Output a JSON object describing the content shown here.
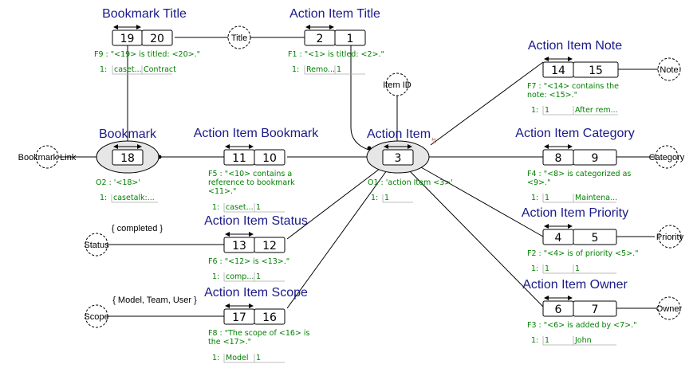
{
  "fact_types": [
    {
      "id": "bookmark-title",
      "title": "Bookmark Title",
      "roles": [
        "19",
        "20"
      ],
      "fact": [
        "F9 : \"<19> is titled: <20>.\""
      ],
      "pop": [
        [
          "1:",
          "caset...",
          "Contract"
        ]
      ]
    },
    {
      "id": "action-item-title",
      "title": "Action Item Title",
      "roles": [
        "2",
        "1"
      ],
      "fact": [
        "F1 : \"<1> is titled: <2>.\""
      ],
      "pop": [
        [
          "1:",
          "Remo...",
          "1"
        ]
      ]
    },
    {
      "id": "action-item-note",
      "title": "Action Item Note",
      "roles": [
        "14",
        "15"
      ],
      "fact": [
        "F7 : \"<14> contains the",
        "note: <15>.\""
      ],
      "pop": [
        [
          "1:",
          "1",
          "After rem..."
        ]
      ]
    },
    {
      "id": "action-item-bookmark",
      "title": "Action Item Bookmark",
      "roles": [
        "11",
        "10"
      ],
      "fact": [
        "F5 : \"<10> contains a",
        "reference to bookmark",
        "<11>.\""
      ],
      "pop": [
        [
          "1:",
          "caset...",
          "1"
        ]
      ]
    },
    {
      "id": "action-item-category",
      "title": "Action Item Category",
      "roles": [
        "8",
        "9"
      ],
      "fact": [
        "F4 : \"<8> is categorized as",
        "<9>.\""
      ],
      "pop": [
        [
          "1:",
          "1",
          "Maintena..."
        ]
      ]
    },
    {
      "id": "action-item-status",
      "title": "Action Item Status",
      "roles": [
        "13",
        "12"
      ],
      "fact": [
        "F6 : \"<12> is <13>.\""
      ],
      "pop": [
        [
          "1:",
          "comp...",
          "1"
        ]
      ]
    },
    {
      "id": "action-item-priority",
      "title": "Action Item Priority",
      "roles": [
        "4",
        "5"
      ],
      "fact": [
        "F2 : \"<4> is of priority <5>.\""
      ],
      "pop": [
        [
          "1:",
          "1",
          "1"
        ]
      ]
    },
    {
      "id": "action-item-scope",
      "title": "Action Item Scope",
      "roles": [
        "17",
        "16"
      ],
      "fact": [
        "F8 : \"The scope of <16> is",
        "the <17>.\""
      ],
      "pop": [
        [
          "1:",
          "Model",
          "1"
        ]
      ]
    },
    {
      "id": "action-item-owner",
      "title": "Action Item Owner",
      "roles": [
        "6",
        "7"
      ],
      "fact": [
        "F3 : \"<6> is added by <7>.\""
      ],
      "pop": [
        [
          "1:",
          "1",
          "John"
        ]
      ]
    }
  ],
  "nested_objects": [
    {
      "id": "bookmark",
      "title": "Bookmark",
      "role": "18",
      "fact": "O2 : '<18>'",
      "pop": [
        "1:",
        "casetalk:..."
      ]
    },
    {
      "id": "action-item",
      "title": "Action Item",
      "role": "3",
      "fact": "O1 : 'action Item <3>'",
      "pop": [
        "1:",
        "1"
      ]
    }
  ],
  "labels": {
    "title": "Title",
    "item_id": "Item ID",
    "note": "Note",
    "bookmark_link": "Bookmark Link",
    "category": "Category",
    "status": "Status",
    "priority": "Priority",
    "scope": "Scope",
    "owner": "Owner"
  },
  "enums": {
    "status": "{ completed }",
    "scope": "{ Model, Team, User }"
  }
}
